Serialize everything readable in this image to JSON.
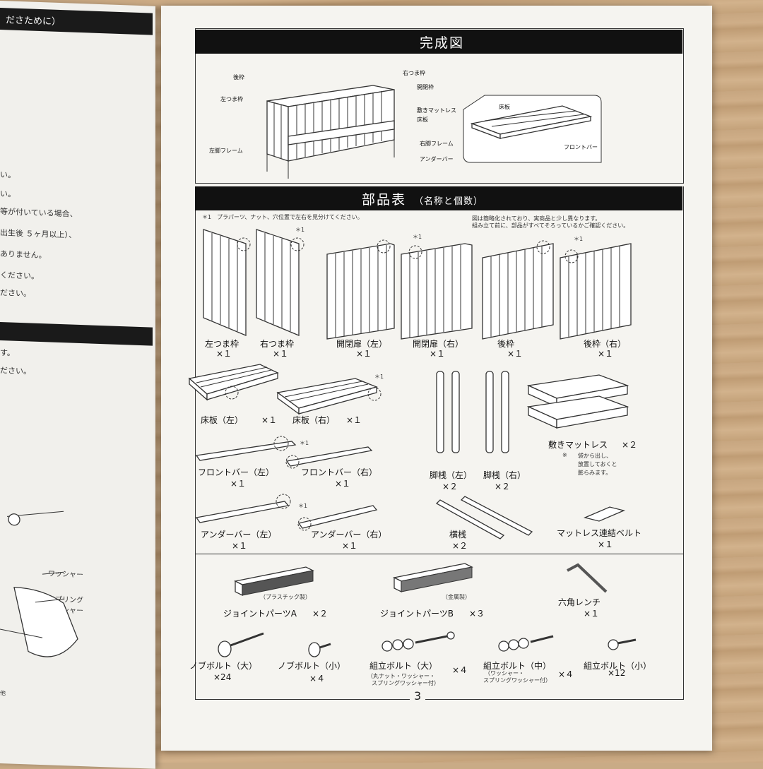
{
  "left_page": {
    "heading": "ださために）",
    "lines": [
      "い。",
      "ださい。",
      "い。",
      "等が付いている場合、",
      "出生後 ５ヶ月以上）、",
      "ありません。",
      "ください。",
      "す。",
      "ださい。"
    ],
    "washer": "ワッシャー",
    "spring_washer_1": "スプリング",
    "spring_washer_2": "ワッシャー",
    "foot": "他"
  },
  "completed": {
    "title": "完成図",
    "annotations": {
      "back_frame": "後枠",
      "right_knob_frame": "右つま枠",
      "open_door": "開閉枠",
      "left_knob_frame": "左つま枠",
      "mattress": "敷きマットレス",
      "floor_board": "床板",
      "left_leg_frame": "左脚フレーム",
      "right_leg_frame": "右脚フレーム",
      "under_bar": "アンダーバー",
      "floor_board_2": "床板",
      "front_bar": "フロントバー"
    }
  },
  "parts": {
    "title": "部品表",
    "subtitle": "（名称と個数）",
    "note_left": "＊1　プラパーツ、ナット、穴位置で左右を見分けてください。",
    "note_right_1": "図は簡略化されており、実商品と少し異なります。",
    "note_right_2": "組み立て前に、部品がすべてそろっているかご確認ください。",
    "mark": "＊1",
    "items": [
      {
        "name": "左つま枠",
        "count": "×１"
      },
      {
        "name": "右つま枠",
        "count": "×１"
      },
      {
        "name": "開閉扉（左）",
        "count": "×１"
      },
      {
        "name": "開閉扉（右）",
        "count": "×１"
      },
      {
        "name": "後枠",
        "count": "×１"
      },
      {
        "name": "後枠（右）",
        "count": "×１"
      },
      {
        "name": "床板（左）",
        "count": "×１"
      },
      {
        "name": "床板（右）",
        "count": "×１"
      },
      {
        "name": "フロントバー（左）",
        "count": "×１"
      },
      {
        "name": "フロントバー（右）",
        "count": "×１"
      },
      {
        "name": "脚桟（左）",
        "count": "×２"
      },
      {
        "name": "脚桟（右）",
        "count": "×２"
      },
      {
        "name": "敷きマットレス",
        "count": "×２"
      },
      {
        "name": "アンダーバー（左）",
        "count": "×１"
      },
      {
        "name": "アンダーバー（右）",
        "count": "×１"
      },
      {
        "name": "横桟",
        "count": "×２"
      },
      {
        "name": "マットレス連結ベルト",
        "count": "×１"
      }
    ],
    "mattress_note_mark": "※",
    "mattress_note": [
      "袋から出し、",
      "放置しておくと",
      "膨らみます。"
    ]
  },
  "hardware": {
    "items": [
      {
        "name": "ジョイントパーツA",
        "count": "×２",
        "note": "（プラスチック製）"
      },
      {
        "name": "ジョイントパーツB",
        "count": "×３",
        "note": "（金属製）"
      },
      {
        "name": "六角レンチ",
        "count": "×１"
      },
      {
        "name": "ノブボルト（大）",
        "count": "×24"
      },
      {
        "name": "ノブボルト（小）",
        "count": "×４"
      },
      {
        "name": "組立ボルト（大）",
        "count": "×４",
        "note": [
          "（丸ナット・ワッシャー・",
          "スプリングワッシャー付）"
        ]
      },
      {
        "name": "組立ボルト（中）",
        "count": "×４",
        "note": [
          "（ワッシャー・",
          "スプリングワッシャー付）"
        ]
      },
      {
        "name": "組立ボルト（小）",
        "count": "×12"
      }
    ]
  },
  "page_number": "3"
}
